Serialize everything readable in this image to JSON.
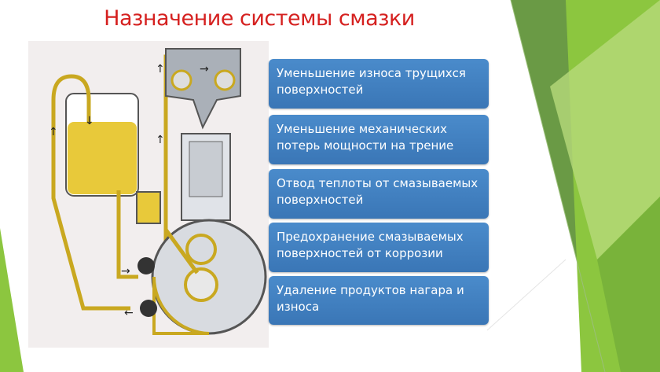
{
  "slide": {
    "title": "Назначение системы смазки",
    "purposes": [
      "Уменьшение износа трущихся поверхностей",
      "Уменьшение механических потерь мощности на трение",
      "Отвод теплоты от смазываемых поверхностей",
      "Предохранение смазываемых поверхностей от коррозии",
      "Удаление продуктов нагара и износа"
    ]
  },
  "colors": {
    "title": "#d5201f",
    "box": "#3f7fbf",
    "oil": "#e8c93a",
    "accent_green": "#7cb342"
  }
}
